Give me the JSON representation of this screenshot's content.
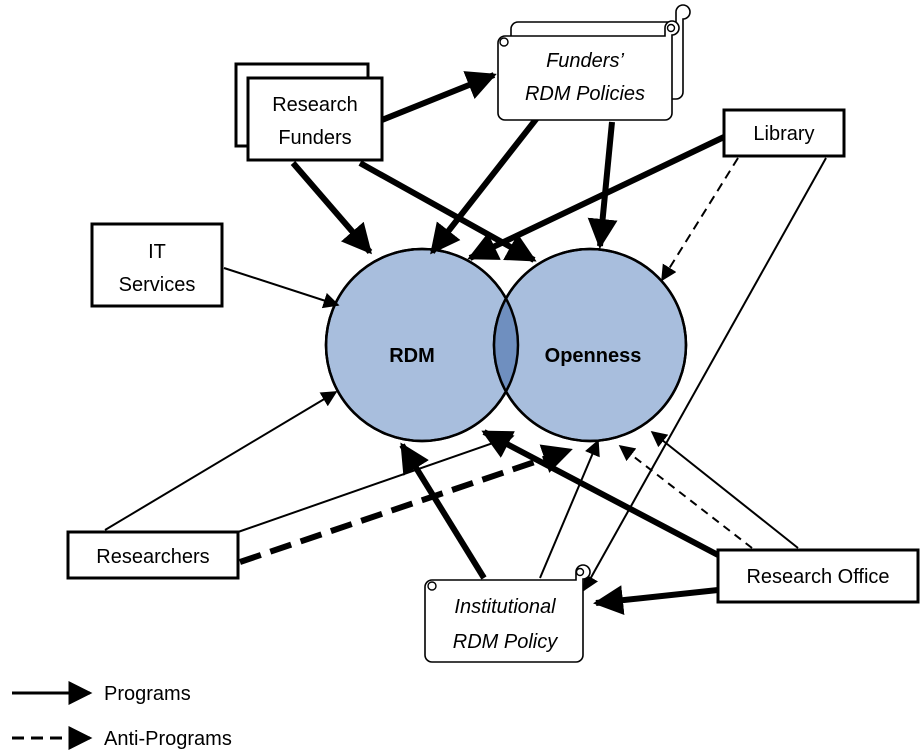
{
  "circles": {
    "rdm_label": "RDM",
    "openness_label": "Openness",
    "fill_color": "#a8bedd",
    "overlap_color": "#6f8fbf"
  },
  "nodes": {
    "research_funders": [
      "Research",
      "Funders"
    ],
    "funders_policies": [
      "Funders’",
      "RDM Policies"
    ],
    "library": "Library",
    "it_services": [
      "IT",
      "Services"
    ],
    "researchers": "Researchers",
    "research_office": "Research Office",
    "institutional_policy": [
      "Institutional",
      "RDM Policy"
    ]
  },
  "legend": {
    "programs": "Programs",
    "anti_programs": "Anti-Programs"
  }
}
